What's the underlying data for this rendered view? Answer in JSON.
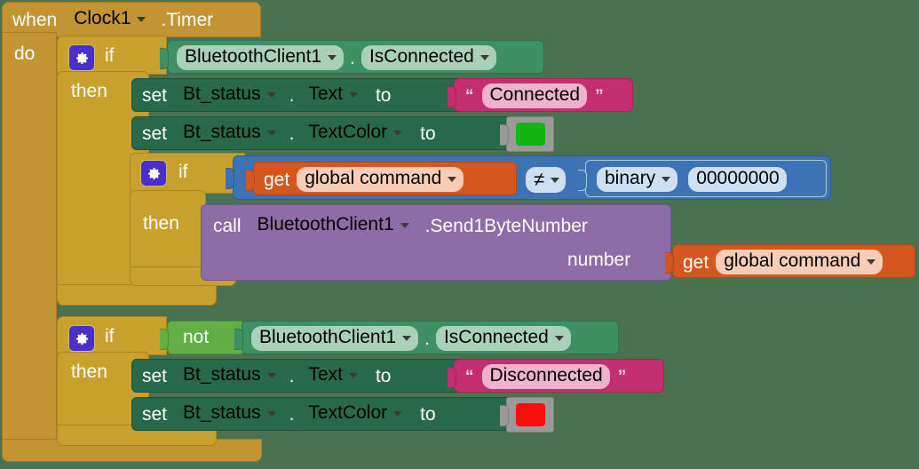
{
  "workspace": {
    "background_color": "#4a7150"
  },
  "event_block": {
    "when_label": "when",
    "component": "Clock1",
    "event": ".Timer",
    "do_label": "do"
  },
  "if_outer_1": {
    "gear_icon": "gear-icon",
    "if_label": "if",
    "then_label": "then",
    "condition": {
      "component": "BluetoothClient1",
      "dot": ".",
      "property": "IsConnected"
    }
  },
  "set_text_connected": {
    "set_label": "set",
    "component": "Bt_status",
    "dot": ".",
    "property": "Text",
    "to_label": "to",
    "open_quote": "“",
    "value": "Connected",
    "close_quote": "”"
  },
  "set_color_green": {
    "set_label": "set",
    "component": "Bt_status",
    "dot": ".",
    "property": "TextColor",
    "to_label": "to",
    "color": "#12b512"
  },
  "if_inner": {
    "gear_icon": "gear-icon",
    "if_label": "if",
    "then_label": "then",
    "left": {
      "get_label": "get",
      "variable": "global command"
    },
    "operator": "≠",
    "right": {
      "radix": "binary",
      "value": "00000000"
    }
  },
  "call_block": {
    "call_label": "call",
    "component": "BluetoothClient1",
    "method": ".Send1ByteNumber",
    "arg_label": "number",
    "arg_value": {
      "get_label": "get",
      "variable": "global command"
    }
  },
  "if_outer_2": {
    "gear_icon": "gear-icon",
    "if_label": "if",
    "then_label": "then",
    "not_label": "not",
    "condition": {
      "component": "BluetoothClient1",
      "dot": ".",
      "property": "IsConnected"
    }
  },
  "set_text_disconnected": {
    "set_label": "set",
    "component": "Bt_status",
    "dot": ".",
    "property": "Text",
    "to_label": "to",
    "open_quote": "“",
    "value": "Disconnected",
    "close_quote": "”"
  },
  "set_color_red": {
    "set_label": "set",
    "component": "Bt_status",
    "dot": ".",
    "property": "TextColor",
    "to_label": "to",
    "color": "#fc0d0d"
  }
}
